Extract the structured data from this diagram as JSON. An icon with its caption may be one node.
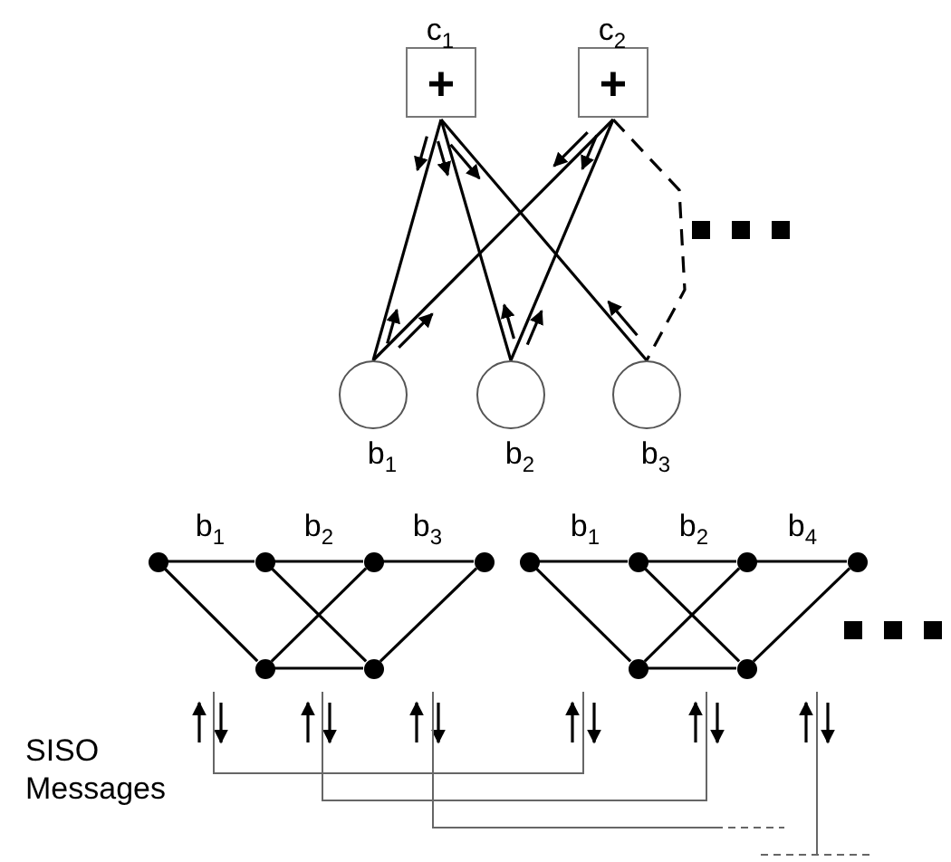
{
  "diagram": {
    "nodes": [
      {
        "text": [
          "+"
        ],
        "beside": [
          "c$_{1}$"
        ]
      },
      {
        "text": [
          "+"
        ],
        "beside": [
          "c$_{2}$"
        ]
      },
      {
        "text": [],
        "shape": "circle",
        "beside": [
          "b$_{1}$"
        ]
      },
      {
        "text": [],
        "shape": "circle",
        "beside": [
          "b$_{2}$"
        ]
      },
      {
        "text": [],
        "shape": "circle",
        "beside": [
          "b$_{3}$"
        ]
      },
      {
        "text": [],
        "shape": "circle"
      },
      {
        "text": [],
        "shape": "circle"
      },
      {
        "text": [],
        "shape": "circle"
      },
      {
        "text": [],
        "shape": "circle"
      },
      {
        "text": [],
        "shape": "circle"
      },
      {
        "text": [],
        "shape": "circle"
      },
      {
        "text": [],
        "shape": "circle"
      },
      {
        "text": [],
        "shape": "circle"
      },
      {
        "text": [],
        "shape": "circle"
      },
      {
        "text": [],
        "shape": "circle"
      },
      {
        "text": [],
        "shape": "circle"
      },
      {
        "text": [],
        "shape": "circle"
      }
    ],
    "edges": [
      {
        "from": 0,
        "to": 2,
        "arrow": "none"
      },
      {
        "from": 0,
        "to": 3,
        "arrow": "none"
      },
      {
        "from": 0,
        "to": 4,
        "arrow": "none"
      },
      {
        "from": 1,
        "to": 2,
        "arrow": "none"
      },
      {
        "from": 1,
        "to": 3,
        "arrow": "none"
      },
      {
        "from": 1,
        "to": 4,
        "arrow": "none",
        "style": "dashed"
      },
      {
        "from": 5,
        "to": 6,
        "arrow": "none"
      },
      {
        "from": 6,
        "to": 7,
        "arrow": "none"
      },
      {
        "from": 7,
        "to": 8,
        "arrow": "none"
      },
      {
        "from": 5,
        "to": 9,
        "arrow": "none"
      },
      {
        "from": 6,
        "to": 10,
        "arrow": "none"
      },
      {
        "from": 7,
        "to": 9,
        "arrow": "none"
      },
      {
        "from": 8,
        "to": 10,
        "arrow": "none"
      },
      {
        "from": 9,
        "to": 10,
        "arrow": "none"
      },
      {
        "from": 11,
        "to": 12,
        "arrow": "none"
      },
      {
        "from": 12,
        "to": 13,
        "arrow": "none"
      },
      {
        "from": 13,
        "to": 14,
        "arrow": "none"
      },
      {
        "from": 11,
        "to": 15,
        "arrow": "none"
      },
      {
        "from": 12,
        "to": 16,
        "arrow": "none"
      },
      {
        "from": 13,
        "to": 15,
        "arrow": "none"
      },
      {
        "from": 14,
        "to": 16,
        "arrow": "none"
      },
      {
        "from": 15,
        "to": 16,
        "arrow": "none"
      }
    ],
    "labels": [
      "b$_{1}$",
      "b$_{2}$",
      "b$_{3}$",
      "b$_{1}$",
      "b$_{2}$",
      "b$_{4}$",
      "SISO Messages"
    ]
  }
}
